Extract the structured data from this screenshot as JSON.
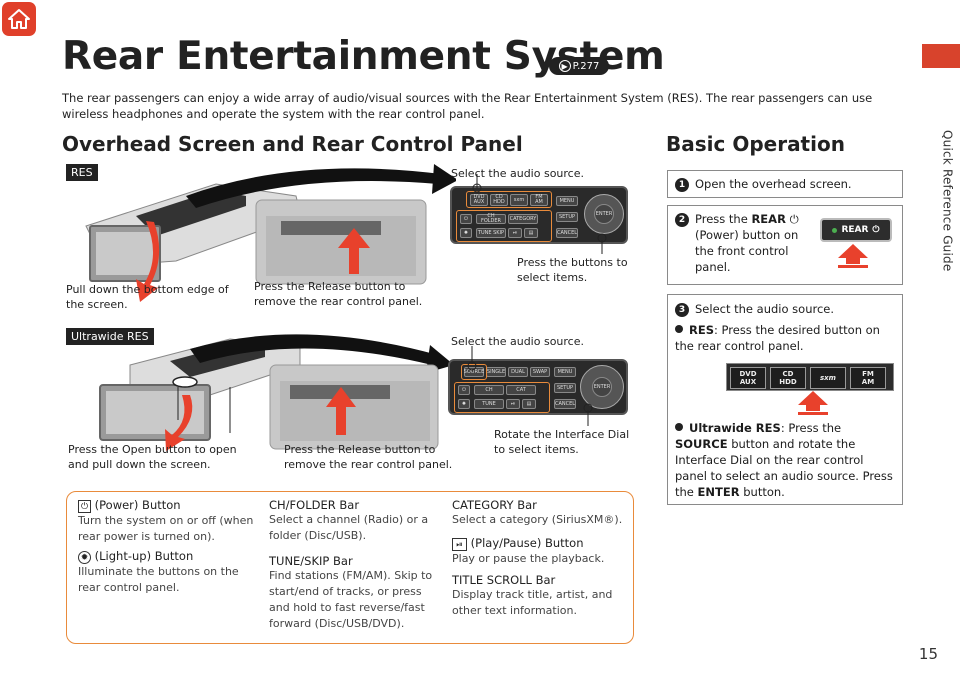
{
  "nav": {
    "home_icon": "home-icon"
  },
  "sidebar": {
    "label": "Quick Reference Guide"
  },
  "title": "Rear Entertainment System",
  "page_ref": "P.277",
  "intro": "The rear passengers can enjoy a wide array of audio/visual sources with the Rear Entertainment System (RES). The rear passengers can use wireless headphones and operate the system with the rear control panel.",
  "overhead": {
    "heading": "Overhead Screen and Rear Control Panel",
    "res": {
      "tag": "RES",
      "cap_pull": "Pull down the bottom edge of the screen.",
      "cap_release": "Press the Release button to remove the rear control panel.",
      "cap_select": "Select the audio source.",
      "cap_buttons": "Press the buttons to select items.",
      "panel": {
        "dvd": "DVD AUX",
        "cd": "CD HDD",
        "sxm": "sxm",
        "fm": "FM AM",
        "menu": "MENU",
        "setup": "SETUP",
        "cancel": "CANCEL",
        "enter": "ENTER",
        "ch": "CH FOLDER",
        "tune": "TUNE SKIP",
        "cat": "CATEGORY"
      }
    },
    "ultra": {
      "tag": "Ultrawide RES",
      "cap_open": "Press the Open button to open and pull down the screen.",
      "cap_release": "Press the Release button to remove the rear control panel.",
      "cap_select": "Select the audio source.",
      "cap_rotate": "Rotate the Interface Dial to select items.",
      "panel": {
        "source": "SOURCE",
        "single": "SINGLE",
        "dual": "DUAL",
        "swap": "SWAP",
        "menu": "MENU",
        "setup": "SETUP",
        "cancel": "CANCEL",
        "enter": "ENTER"
      }
    }
  },
  "basic": {
    "heading": "Basic Operation",
    "step1": {
      "num": "1",
      "text": "Open the overhead screen."
    },
    "step2": {
      "num": "2",
      "pre": "Press the ",
      "bold": "REAR",
      "post": "(Power) button on the front control panel.",
      "button": "REAR"
    },
    "step3": {
      "num": "3",
      "text": "Select the audio source.",
      "res_bold": "RES",
      "res_text": ": Press the desired button on the rear control panel.",
      "src": {
        "dvd": "DVD\nAUX",
        "cd": "CD\nHDD",
        "sxm": "sxm",
        "fm": "FM\nAM"
      },
      "ultra_bold": "Ultrawide RES",
      "ultra_text1": ": Press the ",
      "ultra_source": "SOURCE",
      "ultra_text2": " button and rotate the Interface Dial on the rear control panel to select an audio source. Press the ",
      "ultra_enter": "ENTER",
      "ultra_text3": " button."
    }
  },
  "legend": {
    "power_title": "(Power) Button",
    "power_body": "Turn the system on or off (when rear power is turned on).",
    "light_title": "(Light-up) Button",
    "light_body": "Illuminate the buttons on the rear control panel.",
    "ch_title": "CH/FOLDER Bar",
    "ch_body": "Select a channel (Radio) or a folder (Disc/USB).",
    "tune_title": "TUNE/SKIP Bar",
    "tune_body": "Find stations (FM/AM). Skip to start/end of tracks, or press and hold to fast reverse/fast forward (Disc/USB/DVD).",
    "cat_title": "CATEGORY Bar",
    "cat_body": "Select a category (SiriusXM®).",
    "play_title": "(Play/Pause) Button",
    "play_body": "Play or pause the playback.",
    "title_title": "TITLE SCROLL Bar",
    "title_body": "Display track title, artist, and other text information."
  },
  "page_number": "15",
  "colors": {
    "accent": "#e0402a",
    "orange": "#e98b3b",
    "arrow_red": "#e8412c"
  }
}
